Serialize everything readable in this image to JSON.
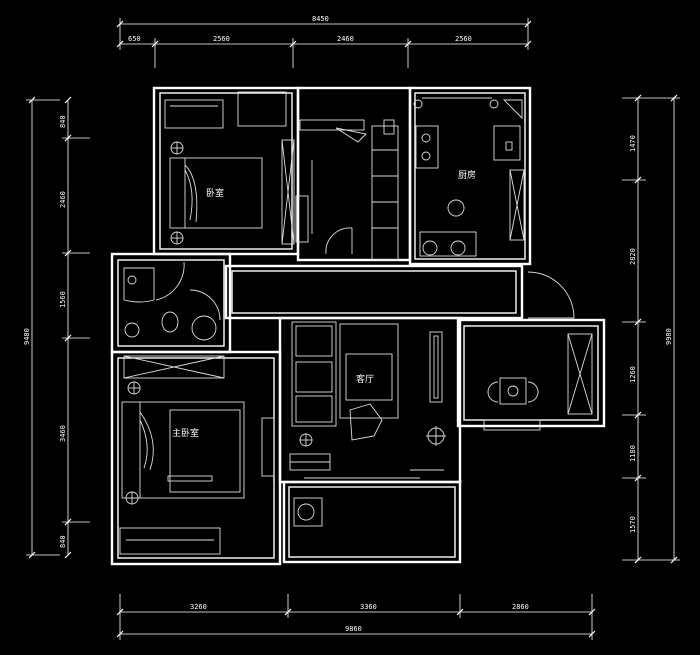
{
  "plan": {
    "rooms": {
      "bedroom": "卧室",
      "kitchen": "厨房",
      "living": "客厅",
      "master": "主卧室"
    },
    "dims_top": {
      "total": "8450",
      "segments": [
        "650",
        "2560",
        "2460",
        "2560"
      ]
    },
    "dims_bottom": {
      "total": "9860",
      "segments": [
        "3260",
        "3360",
        "2860"
      ]
    },
    "dims_left": {
      "total": "9480",
      "segments": [
        "840",
        "2460",
        "1560",
        "3460",
        "840"
      ]
    },
    "dims_right": {
      "total": "9980",
      "segments": [
        "1470",
        "2820",
        "1260",
        "1180",
        "1570"
      ]
    }
  }
}
